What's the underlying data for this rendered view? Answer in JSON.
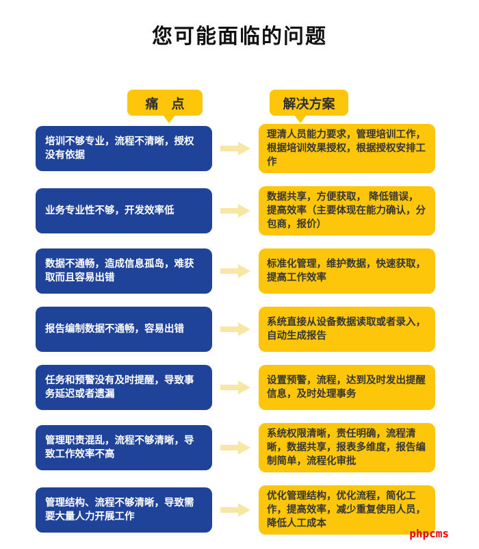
{
  "title": "您可能面临的问题",
  "headers": {
    "pain": "痛　点",
    "solution": "解决方案"
  },
  "rows": [
    {
      "pain": "培训不够专业，流程不清晰，授权没有依据",
      "solution": "理清人员能力要求，管理培训工作，根据培训效果授权，根据授权安排工作"
    },
    {
      "pain": "业务专业性不够，开发效率低",
      "solution": "数据共享，方便获取， 降低错误，提高效率（主要体现在能力确认，分包商，报价）"
    },
    {
      "pain": "数据不通畅，造成信息孤岛，难获取而且容易出错",
      "solution": "标准化管理，维护数据，快速获取，提高工作效率"
    },
    {
      "pain": "报告编制数据不通畅，容易出错",
      "solution": "系统直接从设备数据读取或者录入，自动生成报告"
    },
    {
      "pain": "任务和预警没有及时提醒，导致事务延迟或者遗漏",
      "solution": "设置预警，流程，达到及时发出提醒信息，及时处理事务"
    },
    {
      "pain": "管理职责混乱，流程不够清晰，导致工作效率不高",
      "solution": "系统权限清晰，责任明确，流程清晰，数据共享，报表多维度，报告编制简单，流程化审批"
    },
    {
      "pain": "管理结构、流程不够清晰，导致需要大量人力开展工作",
      "solution": "优化管理结构，优化流程，简化工作，提高效率，减少重复使用人员，降低人工成本"
    }
  ],
  "footer": {
    "brand": "phpcms"
  },
  "colors": {
    "blue": "#20439a",
    "gold": "#fdc60a",
    "arrow": "#f8e7a4",
    "brand-red": "#ee0000",
    "pain-text": "#ffffff",
    "solution-text": "#363636",
    "badge-text": "#2e2e2e",
    "title-text": "#111111"
  }
}
